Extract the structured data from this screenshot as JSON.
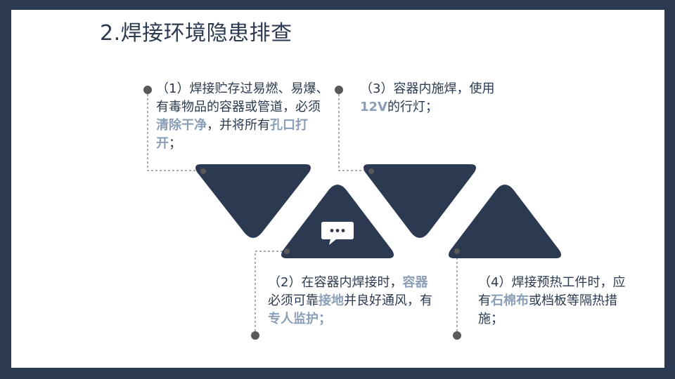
{
  "title": "2.焊接环境隐患排查",
  "items": [
    {
      "id": "1",
      "pre": "（1）焊接贮存过易燃、易爆、有毒物品的容器或管道，必须",
      "hl1": "清除干净",
      "mid": "，并将所有",
      "hl2": "孔口打开",
      "post": "；"
    },
    {
      "id": "2",
      "pre": "（2）在容器内焊接时，",
      "hl1": "容器",
      "mid": "必须可靠",
      "hl2": "接地",
      "mid2": "并良好通风，有",
      "hl3": "专人监护；"
    },
    {
      "id": "3",
      "pre": "（3）容器内施焊，使用",
      "hl1": "12V",
      "post": "的行灯；"
    },
    {
      "id": "4",
      "pre": "（4）焊接预热工件时，应有",
      "hl1": "石棉布",
      "post": "或档板等隔热措施；"
    }
  ],
  "colors": {
    "navy": "#2b3a50",
    "highlight": "#8a9fb7",
    "dot": "#595959"
  }
}
